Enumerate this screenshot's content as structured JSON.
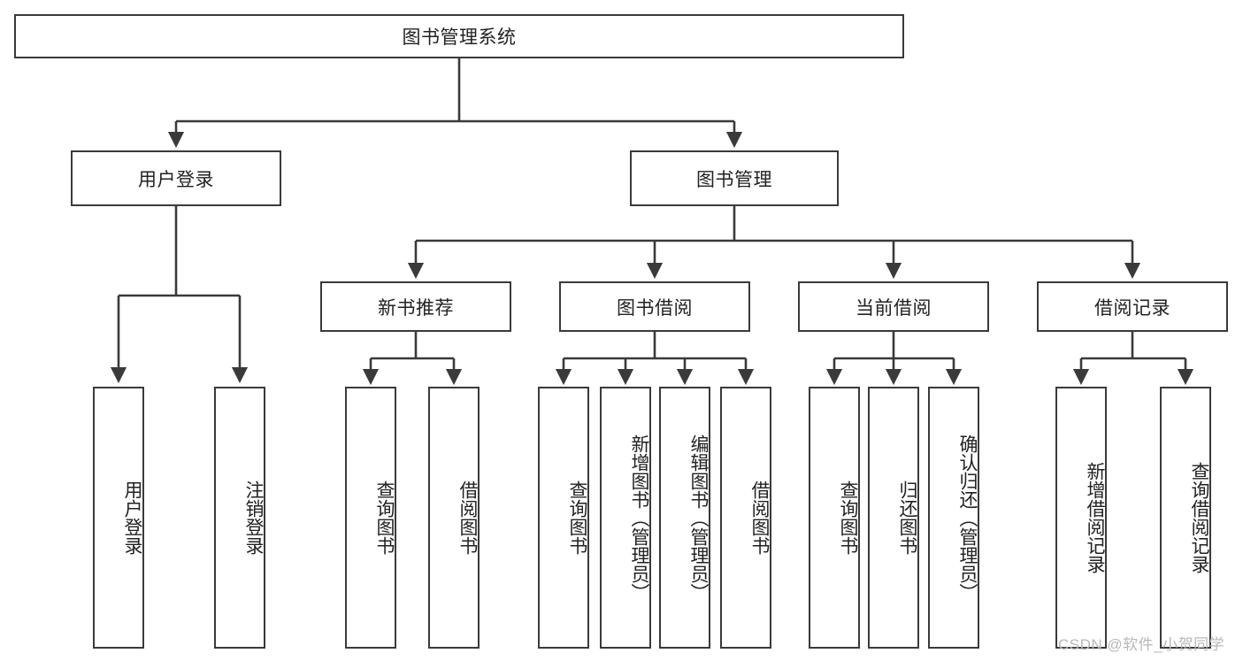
{
  "diagram": {
    "title": "图书管理系统",
    "type": "tree-hierarchy",
    "root": {
      "label": "图书管理系统"
    },
    "level2": [
      {
        "label": "用户登录"
      },
      {
        "label": "图书管理"
      }
    ],
    "level3": [
      {
        "label": "新书推荐"
      },
      {
        "label": "图书借阅"
      },
      {
        "label": "当前借阅"
      },
      {
        "label": "借阅记录"
      }
    ],
    "leaves_user_login": [
      {
        "label": "用户登录"
      },
      {
        "label": "注销登录"
      }
    ],
    "leaves_new_book": [
      {
        "label": "查询图书"
      },
      {
        "label": "借阅图书"
      }
    ],
    "leaves_borrow": [
      {
        "label": "查询图书"
      },
      {
        "label": "新增图书（管理员）"
      },
      {
        "label": "编辑图书（管理员）"
      },
      {
        "label": "借阅图书"
      }
    ],
    "leaves_current": [
      {
        "label": "查询图书"
      },
      {
        "label": "归还图书"
      },
      {
        "label": "确认归还（管理员）"
      }
    ],
    "leaves_record": [
      {
        "label": "新增借阅记录"
      },
      {
        "label": "查询借阅记录"
      }
    ]
  },
  "watermark": {
    "text": "CSDN @软件_小贺同学"
  },
  "colors": {
    "stroke": "#3a3a3a",
    "text": "#222222",
    "background": "#ffffff",
    "watermark": "#b8b8b8"
  }
}
